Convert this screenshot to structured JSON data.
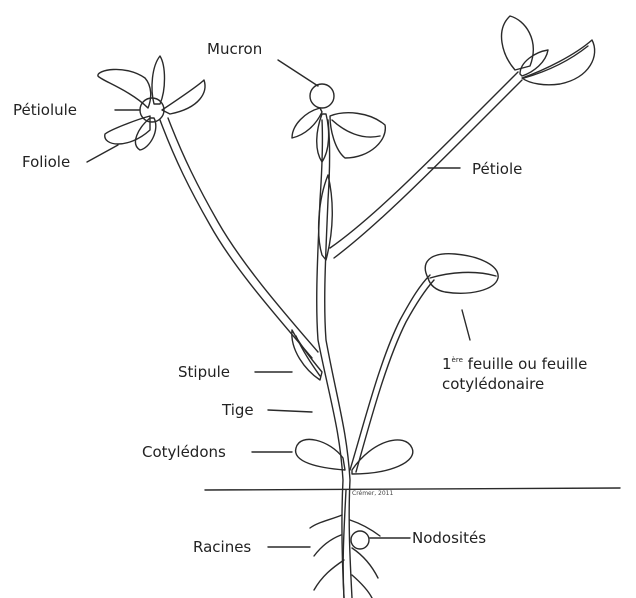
{
  "labels": {
    "mucron": "Mucron",
    "petiolule": "Pétiolule",
    "foliole": "Foliole",
    "petiole": "Pétiole",
    "first_leaf_num": "1",
    "first_leaf_sup": "ère",
    "first_leaf_rest": " feuille ou feuille",
    "first_leaf_line2": "cotylédonaire",
    "stipule": "Stipule",
    "tige": "Tige",
    "cotyledons": "Cotylédons",
    "racines": "Racines",
    "nodosites": "Nodosités"
  },
  "credit": "Crémer, 2011",
  "colors": {
    "ink": "#222222",
    "background": "#ffffff"
  }
}
